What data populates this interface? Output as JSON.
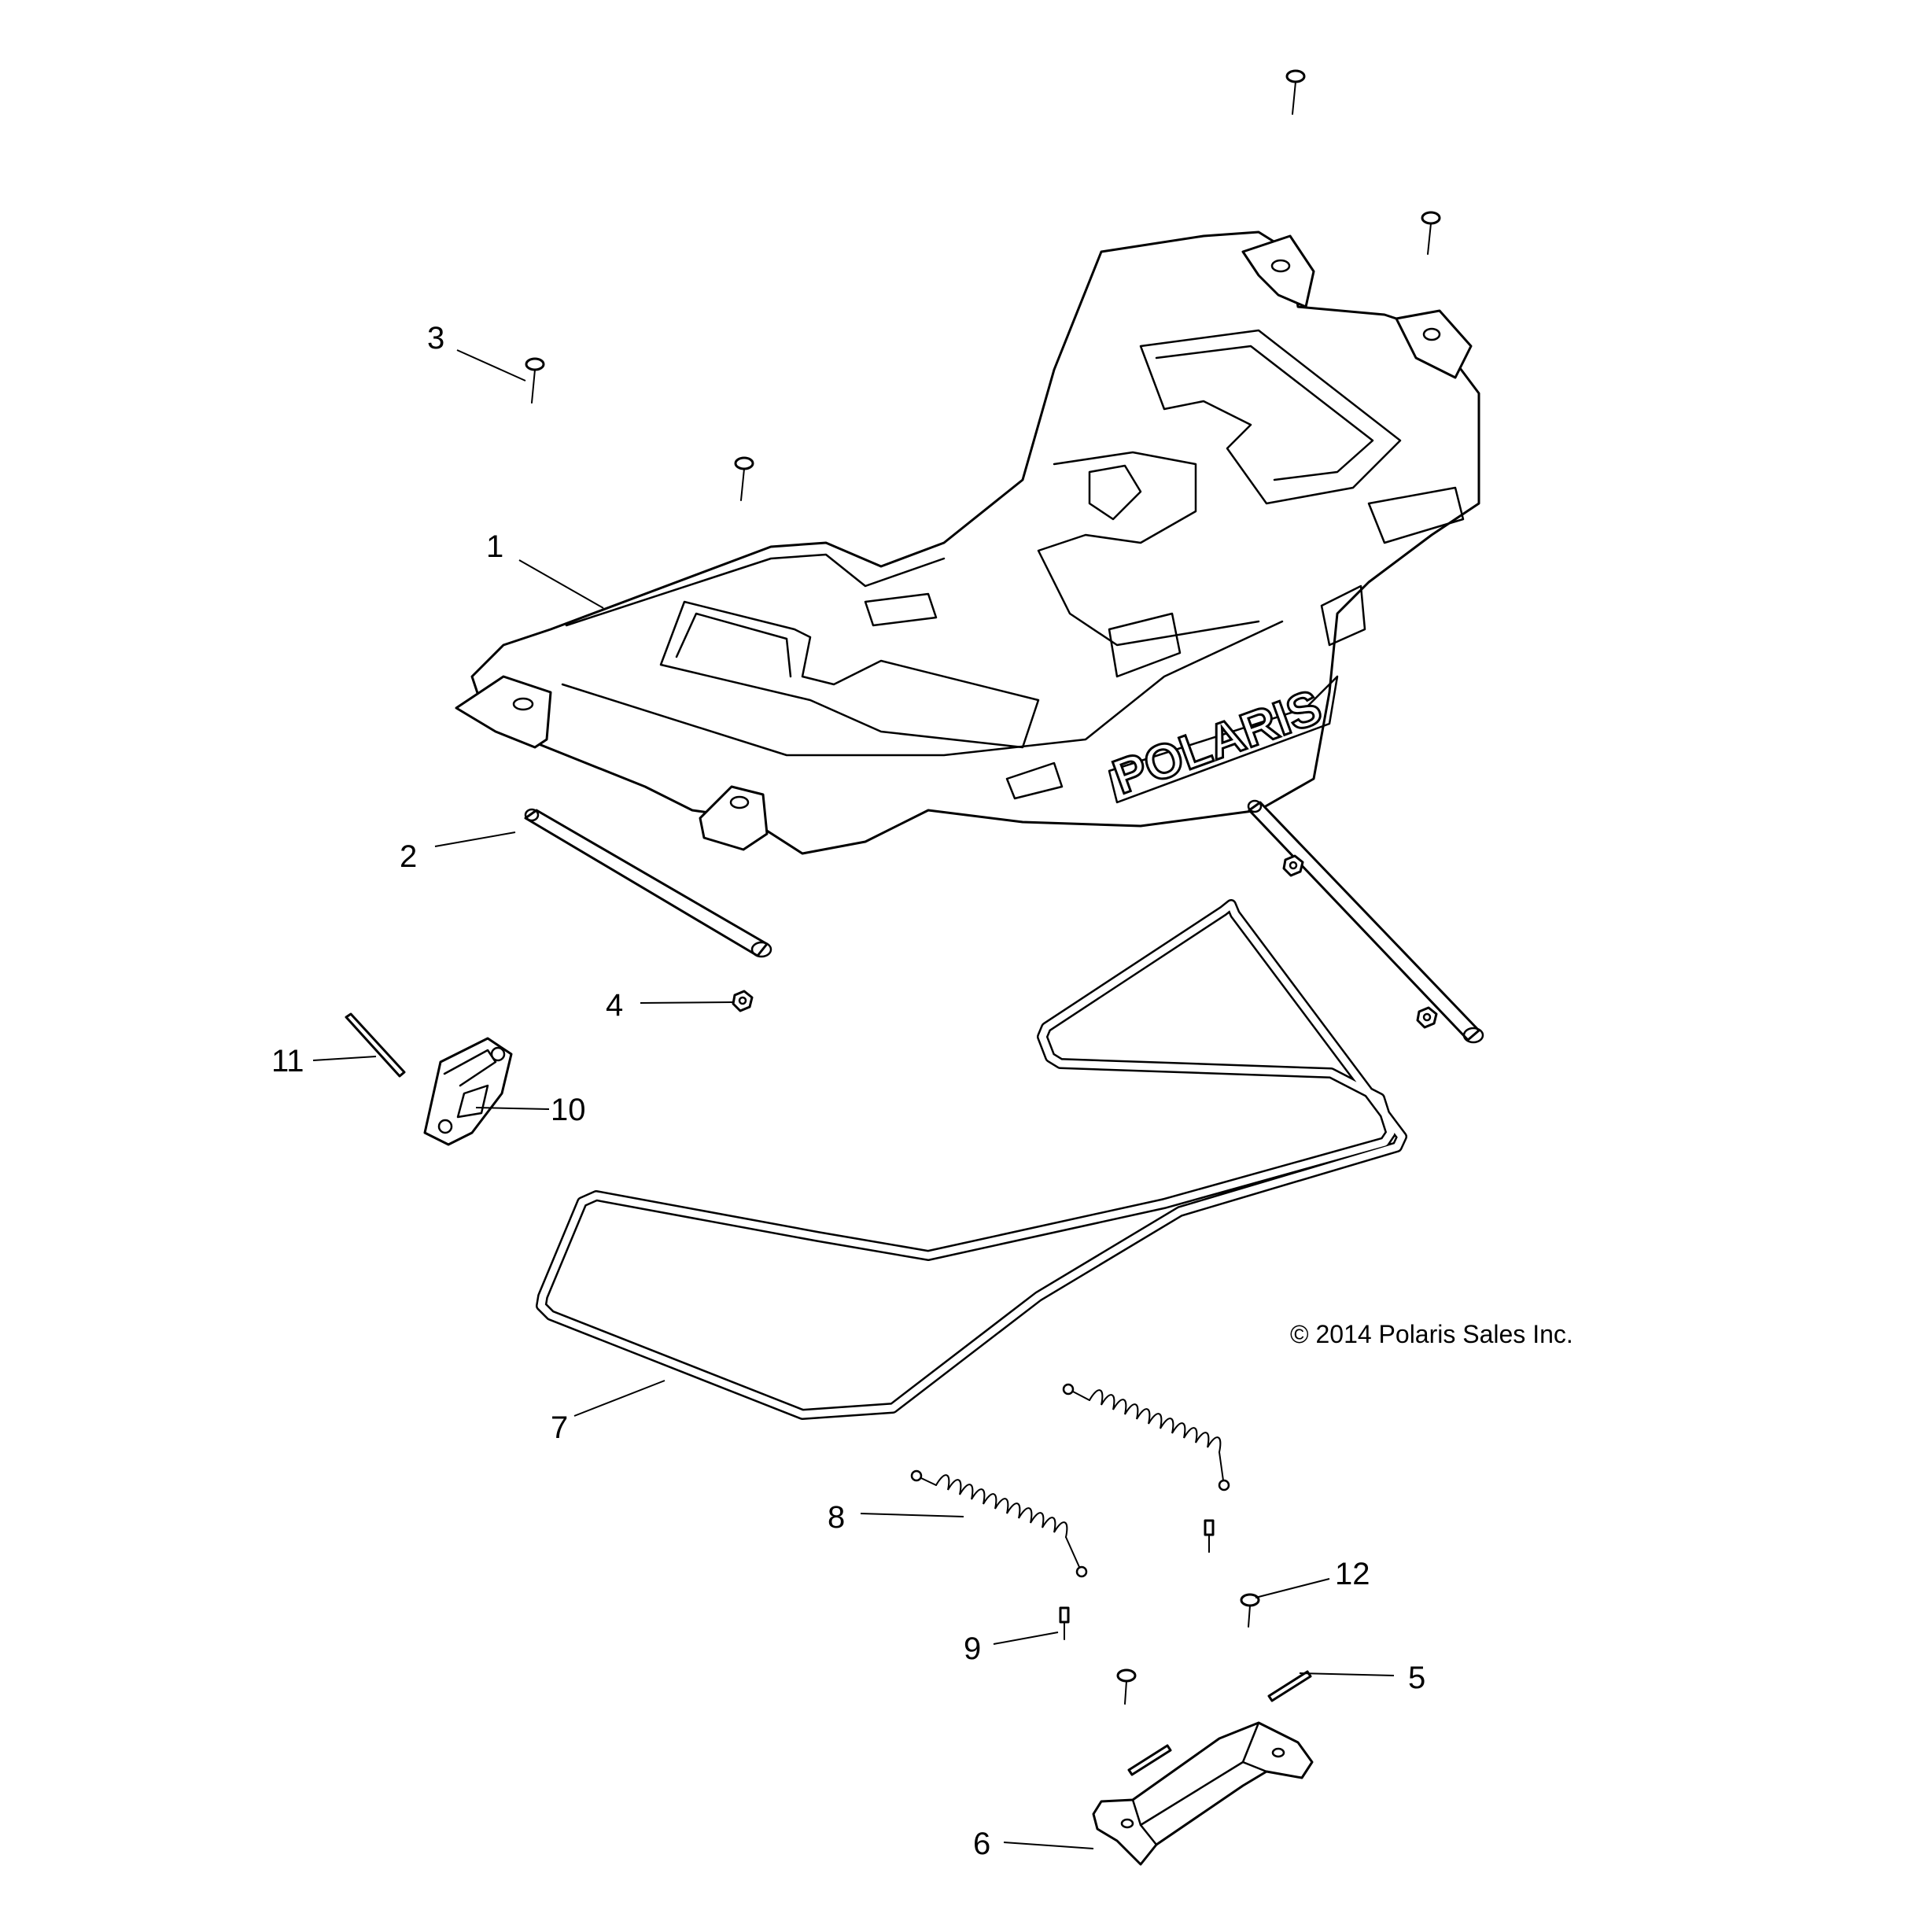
{
  "callouts": [
    {
      "id": "1",
      "label": "1"
    },
    {
      "id": "2",
      "label": "2"
    },
    {
      "id": "3",
      "label": "3"
    },
    {
      "id": "4",
      "label": "4"
    },
    {
      "id": "5",
      "label": "5"
    },
    {
      "id": "6",
      "label": "6"
    },
    {
      "id": "7",
      "label": "7"
    },
    {
      "id": "8",
      "label": "8"
    },
    {
      "id": "9",
      "label": "9"
    },
    {
      "id": "10",
      "label": "10"
    },
    {
      "id": "11",
      "label": "11"
    },
    {
      "id": "12",
      "label": "12"
    }
  ],
  "logo_text": "POLARIS",
  "copyright": "© 2014 Polaris Sales Inc."
}
